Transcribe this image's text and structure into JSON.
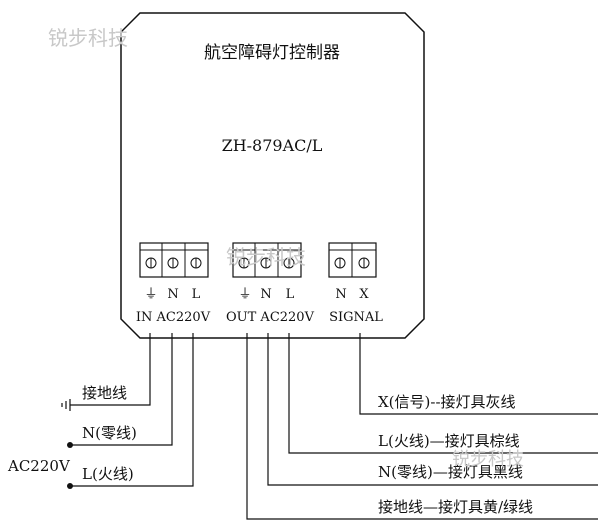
{
  "watermark": "锐步科技",
  "device": {
    "title": "航空障碍灯控制器",
    "model": "ZH-879AC/L"
  },
  "terminals": {
    "input": {
      "pins": [
        "⏚",
        "N",
        "L"
      ],
      "label": "IN AC220V"
    },
    "output": {
      "pins": [
        "⏚",
        "N",
        "L"
      ],
      "label": "OUT AC220V"
    },
    "signal": {
      "pins": [
        "N",
        "X"
      ],
      "label": "SIGNAL"
    }
  },
  "input_wires": {
    "supply": "AC220V",
    "ground": "接地线",
    "neutral": "N(零线)",
    "live": "L(火线)"
  },
  "output_wires": {
    "signal": "X(信号)--接灯具灰线",
    "live": "L(火线)—接灯具棕线",
    "neutral": "N(零线)—接灯具黑线",
    "ground": "接地线—接灯具黄/绿线"
  }
}
